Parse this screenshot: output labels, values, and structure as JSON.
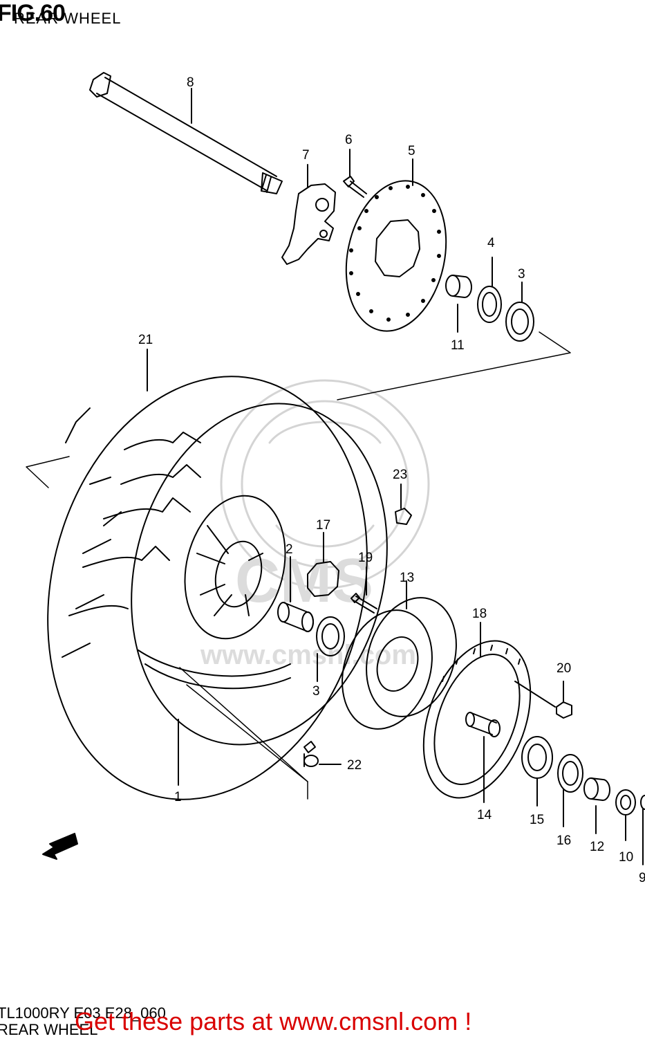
{
  "header": {
    "fig_label": "FIG.60",
    "subtitle": "REAR WHEEL"
  },
  "footer": {
    "model_code": "TL1000RY E03 E28_060",
    "part_name": "REAR WHEEL",
    "promo": "Get these parts at www.cmsnl.com !"
  },
  "fwd_arrow": {
    "label": "FWD",
    "icon": "forward-arrow-icon"
  },
  "watermark": {
    "text": "www.cmsnl.com",
    "color": "#cccccc"
  },
  "colors": {
    "lines": "#000000",
    "promo": "#d90000"
  },
  "parts": [
    {
      "no": "1"
    },
    {
      "no": "2"
    },
    {
      "no": "3"
    },
    {
      "no": "3"
    },
    {
      "no": "4"
    },
    {
      "no": "5"
    },
    {
      "no": "6"
    },
    {
      "no": "7"
    },
    {
      "no": "8"
    },
    {
      "no": "9"
    },
    {
      "no": "10"
    },
    {
      "no": "11"
    },
    {
      "no": "12"
    },
    {
      "no": "13"
    },
    {
      "no": "14"
    },
    {
      "no": "15"
    },
    {
      "no": "16"
    },
    {
      "no": "17"
    },
    {
      "no": "18"
    },
    {
      "no": "19"
    },
    {
      "no": "20"
    },
    {
      "no": "21"
    },
    {
      "no": "22"
    },
    {
      "no": "23"
    }
  ]
}
